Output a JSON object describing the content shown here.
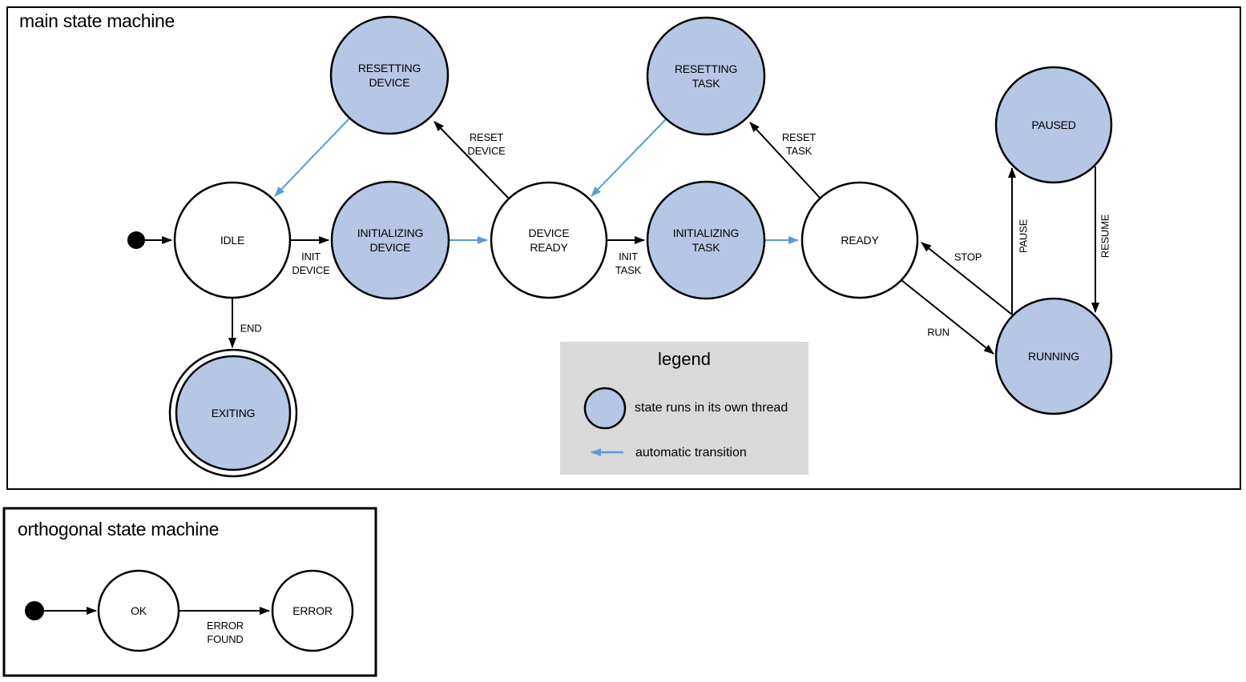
{
  "main_machine": {
    "title": "main state machine",
    "states": {
      "idle": "IDLE",
      "initializing_device": "INITIALIZING\nDEVICE",
      "device_ready": "DEVICE\nREADY",
      "initializing_task": "INITIALIZING\nTASK",
      "ready": "READY",
      "resetting_device": "RESETTING\nDEVICE",
      "resetting_task": "RESETTING\nTASK",
      "paused": "PAUSED",
      "running": "RUNNING",
      "exiting": "EXITING"
    },
    "transitions": {
      "init_device": "INIT\nDEVICE",
      "reset_device": "RESET\nDEVICE",
      "init_task": "INIT\nTASK",
      "reset_task": "RESET\nTASK",
      "end": "END",
      "run": "RUN",
      "stop": "STOP",
      "pause": "PAUSE",
      "resume": "RESUME"
    }
  },
  "legend": {
    "title": "legend",
    "items": [
      {
        "label": "state runs in its own thread"
      },
      {
        "label": "automatic transition"
      }
    ]
  },
  "orthogonal_machine": {
    "title": "orthogonal state machine",
    "states": {
      "ok": "OK",
      "error": "ERROR"
    },
    "transitions": {
      "error_found": "ERROR\nFOUND"
    }
  },
  "colors": {
    "thread_state_fill": "#b6c7e6",
    "automatic_transition": "#5b9bd5",
    "legend_background": "#d9d9d9",
    "line": "#000000"
  }
}
